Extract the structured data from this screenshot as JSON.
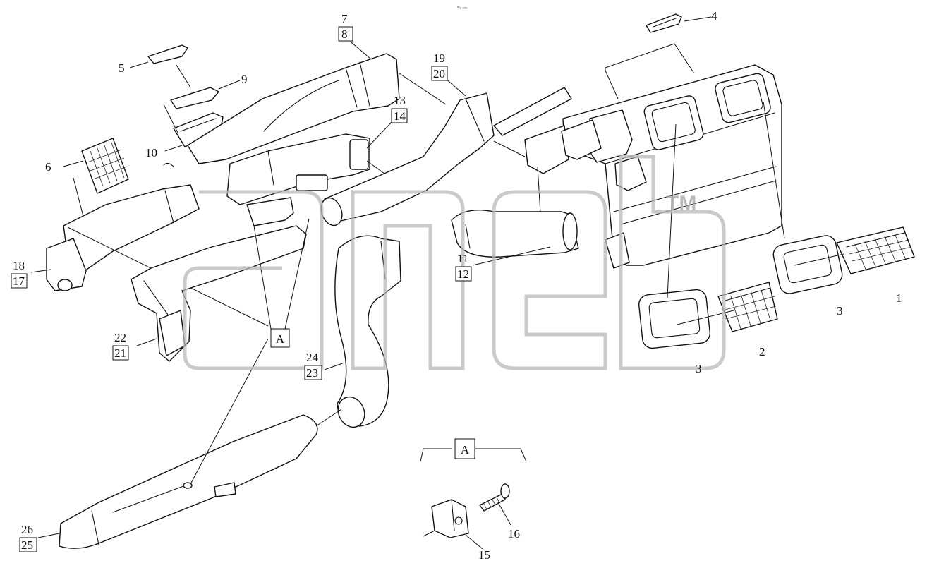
{
  "sheet_code": "=ₐ ₒₒₒ",
  "watermark": {
    "trademark": "TM"
  },
  "callouts": {
    "p1": "1",
    "p2": "2",
    "p3a": "3",
    "p3b": "3",
    "p4": "4",
    "p5": "5",
    "p6": "6",
    "p7": "7",
    "p8": "8",
    "p9": "9",
    "p10": "10",
    "p11": "11",
    "p12": "12",
    "p13": "13",
    "p14": "14",
    "p15": "15",
    "p16": "16",
    "p17": "17",
    "p18": "18",
    "p19": "19",
    "p20": "20",
    "p21": "21",
    "p22": "22",
    "p23": "23",
    "p24": "24",
    "p25": "25",
    "p26": "26"
  },
  "view_marker": {
    "label": "A",
    "detail_title": "A"
  }
}
